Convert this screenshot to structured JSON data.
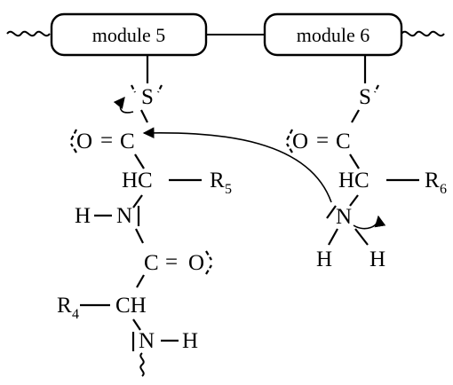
{
  "modules": {
    "left": "module 5",
    "right": "module 6"
  },
  "atoms": {
    "S": "S",
    "O": "O",
    "C": "C",
    "HC": "HC",
    "N": "N",
    "H": "H",
    "CH": "CH",
    "R": "R",
    "equals": "="
  },
  "subscripts": {
    "r5": "5",
    "r6": "6",
    "r4": "4"
  }
}
